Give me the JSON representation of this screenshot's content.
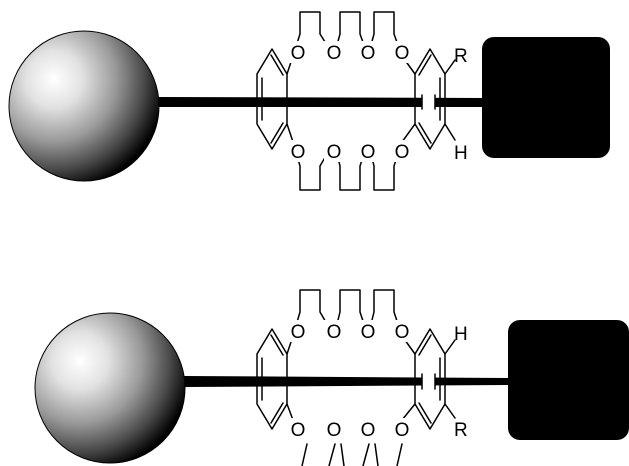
{
  "colors": {
    "stopper_fill": "#000000",
    "line": "#000000",
    "background": "#ffffff",
    "ball_highlight": "#ffffff",
    "ball_shade": "#000000"
  },
  "rotaxanes": [
    {
      "oxygens": {
        "top": [
          "O",
          "O",
          "O",
          "O"
        ],
        "bottom": [
          "O",
          "O",
          "O",
          "O"
        ]
      },
      "substituent_top": "R",
      "substituent_bottom": "H"
    },
    {
      "oxygens": {
        "top": [
          "O",
          "O",
          "O",
          "O"
        ],
        "bottom": [
          "O",
          "O",
          "O",
          "O"
        ]
      },
      "substituent_top": "H",
      "substituent_bottom": "R"
    }
  ]
}
